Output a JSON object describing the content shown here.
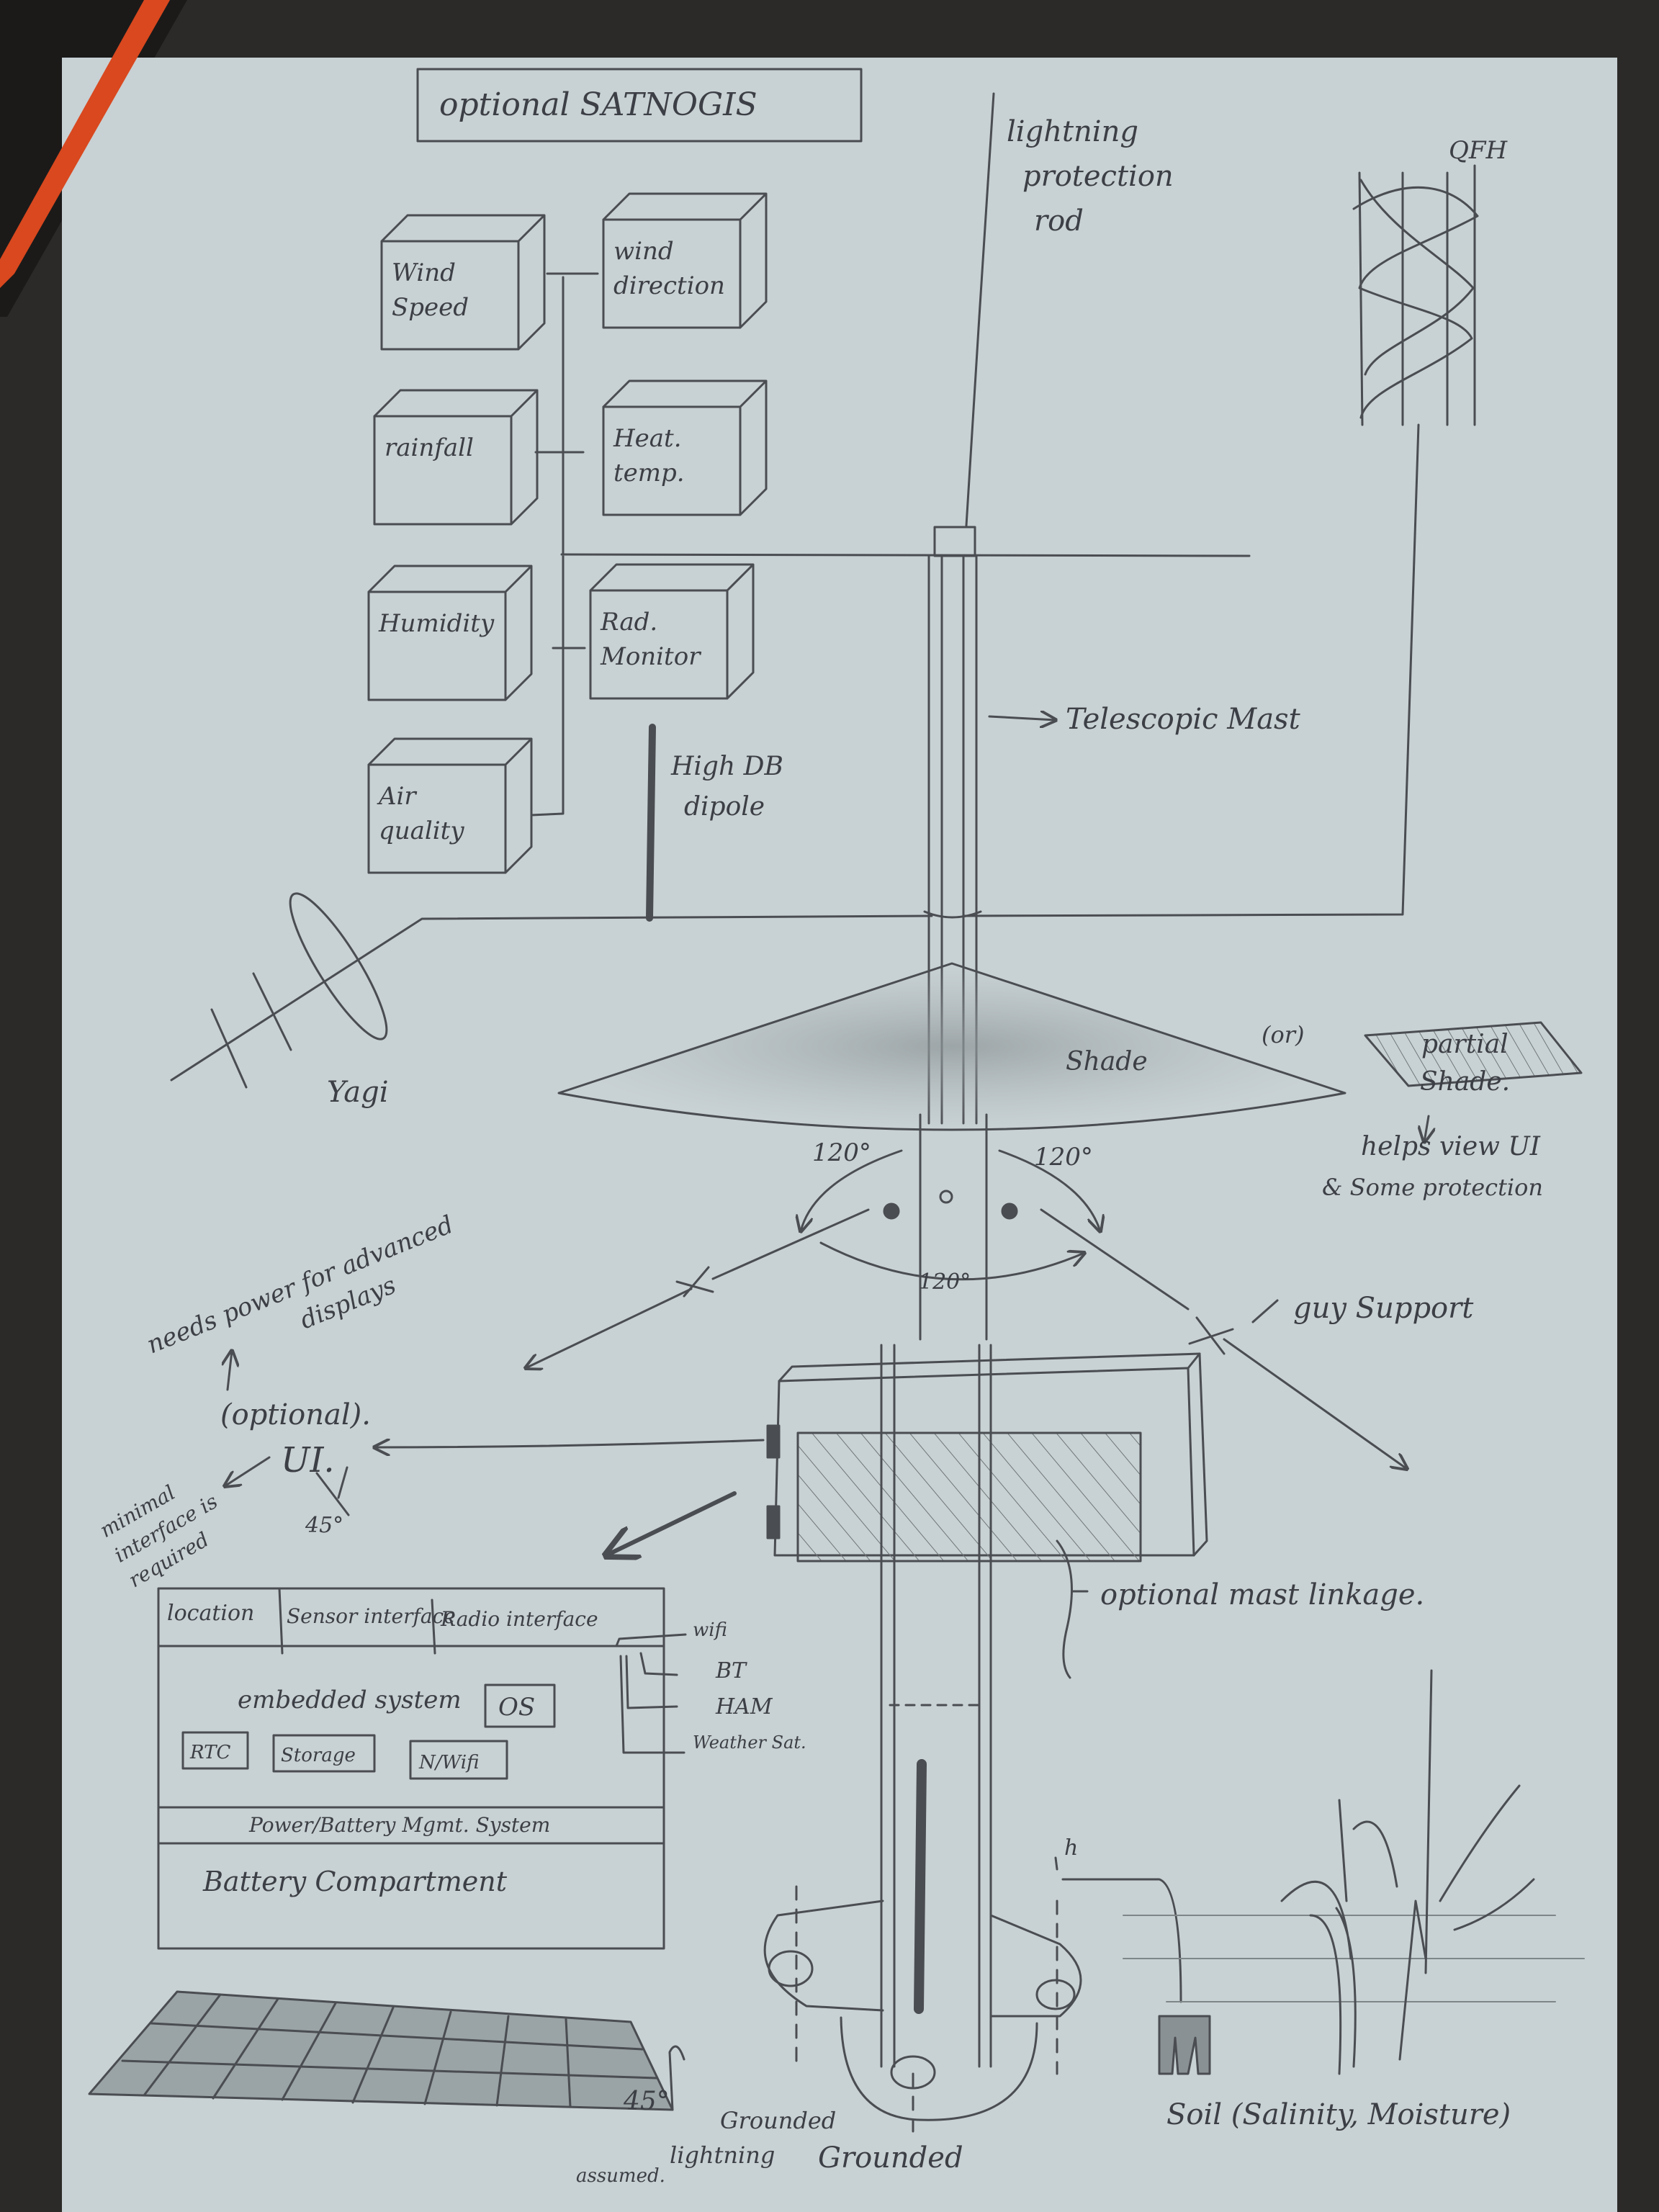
{
  "title": "optional SATNOGIS",
  "sensors": [
    {
      "id": "wind-speed",
      "lines": [
        "Wind",
        "Speed"
      ]
    },
    {
      "id": "wind-direction",
      "lines": [
        "wind",
        "direction"
      ]
    },
    {
      "id": "rainfall",
      "lines": [
        "rainfall"
      ]
    },
    {
      "id": "heat-temp",
      "lines": [
        "Heat.",
        "temp."
      ]
    },
    {
      "id": "humidity",
      "lines": [
        "Humidity"
      ]
    },
    {
      "id": "rad-monitor",
      "lines": [
        "Rad.",
        "Monitor"
      ]
    },
    {
      "id": "air-quality",
      "lines": [
        "Air",
        "quality"
      ]
    }
  ],
  "labels": {
    "lightning_rod": [
      "lightning",
      "protection",
      "rod"
    ],
    "qfh": "QFH",
    "telescopic_mast": "Telescopic Mast",
    "high_db_dipole": [
      "High DB",
      "dipole"
    ],
    "yagi": "Yagi",
    "shade": "Shade",
    "or": "(or)",
    "partial_shade": [
      "partial",
      "Shade."
    ],
    "helps_view": [
      "helps view UI",
      "& Some protection"
    ],
    "angle_1": "120°",
    "angle_2": "120°",
    "angle_3": "120°",
    "guy_support": "guy Support",
    "needs_power": [
      "needs power for advanced",
      "displays"
    ],
    "optional": "(optional).",
    "ui": "UI.",
    "minimal_interface": [
      "minimal",
      "interface is",
      "required"
    ],
    "angle_45_ui": "45°",
    "optional_mast_linkage": "optional mast linkage.",
    "soil": "Soil (Salinity, Moisture)",
    "angle_45_panel": "45°",
    "grounded_lightning": [
      "Grounded",
      "lightning"
    ],
    "assumed": "assumed.",
    "grounded": "Grounded",
    "h": "h"
  },
  "box": {
    "tabs": [
      "location",
      "Sensor interface",
      "Radio interface"
    ],
    "radio_options": [
      "wifi",
      "BT",
      "HAM",
      "Weather Sat."
    ],
    "embedded": "embedded system",
    "os": "OS",
    "modules": [
      "RTC",
      "Storage",
      "N/Wifi"
    ],
    "power": "Power/Battery Mgmt. System",
    "battery": "Battery Compartment"
  }
}
